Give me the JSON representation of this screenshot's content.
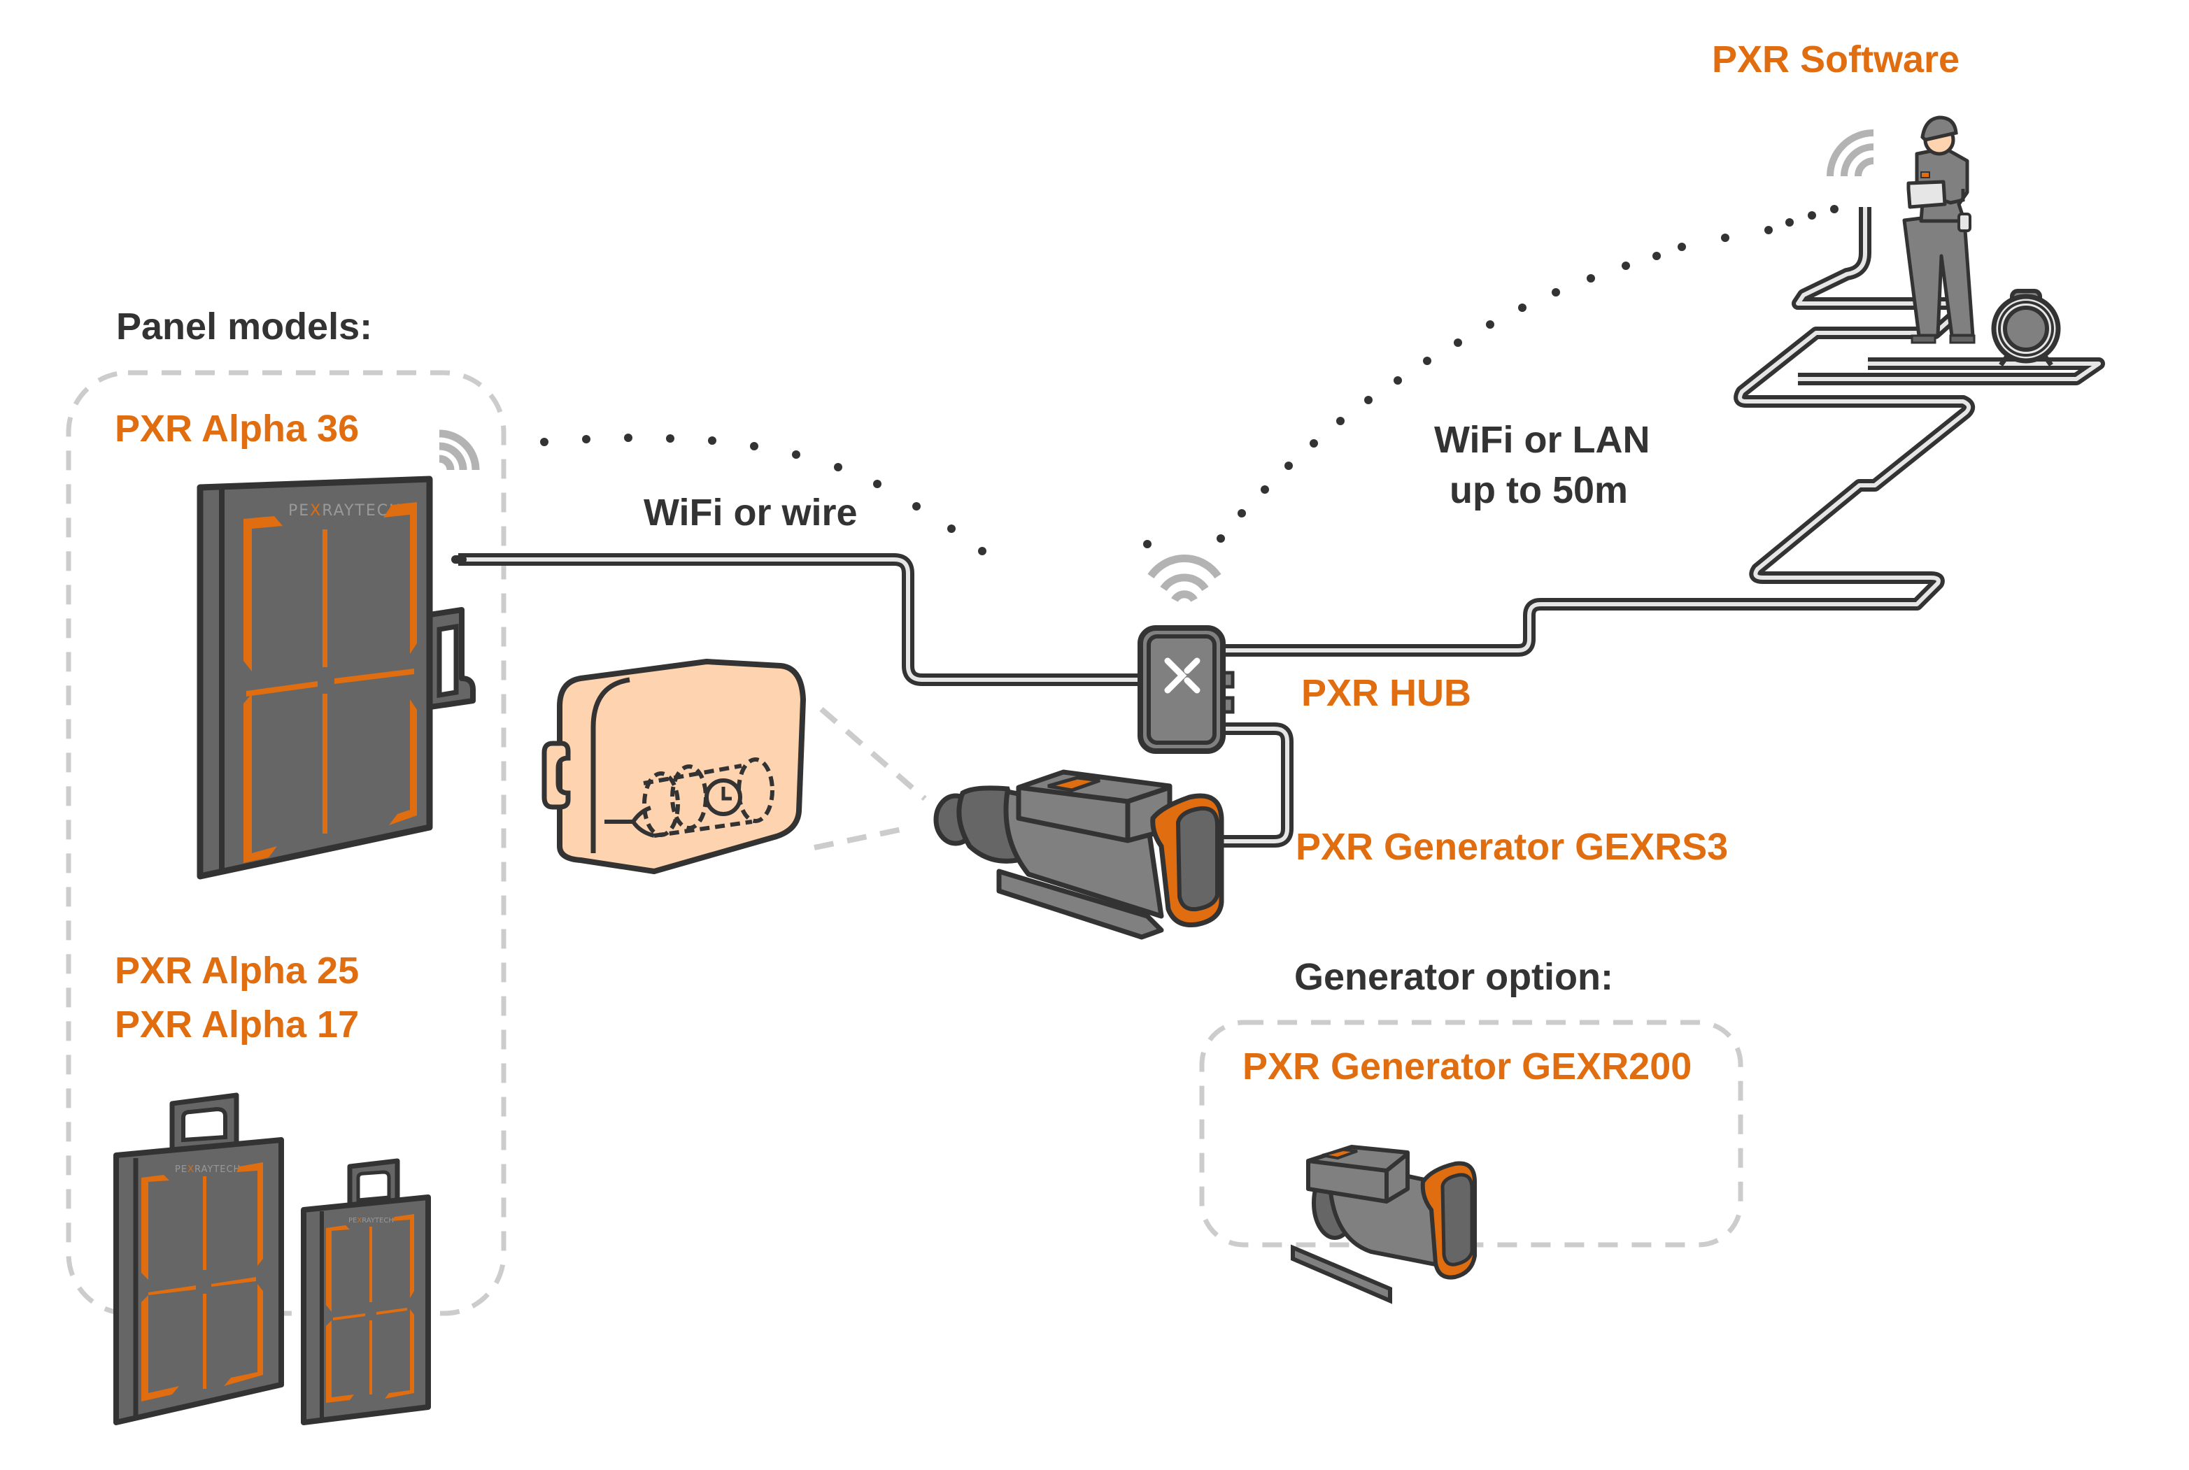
{
  "colors": {
    "accent": "#e06d0f",
    "text_dark": "#333333",
    "device_gray": "#808080",
    "device_dark": "#666666",
    "outline": "#333333",
    "cable_core": "#e6e6e6",
    "wifi_gray": "#b3b3b3",
    "dashed_border": "#cccccc",
    "package_fill": "#fed3b0",
    "skin": "#fed3b0"
  },
  "software": {
    "title": "PXR Software",
    "icon": "technician-with-tablet-icon"
  },
  "panels": {
    "heading": "Panel models:",
    "primary": {
      "name": "PXR Alpha 36",
      "brand": "PEXRAYTECH",
      "icon": "xray-panel-icon"
    },
    "others": [
      {
        "name": "PXR Alpha 25",
        "brand": "PEXRAYTECH"
      },
      {
        "name": "PXR Alpha 17",
        "brand": "PEXRAYTECH"
      }
    ]
  },
  "links": {
    "panel_to_hub": "WiFi or wire",
    "hub_to_software": {
      "line1": "WiFi or LAN",
      "line2": "up to 50m"
    }
  },
  "hub": {
    "name": "PXR HUB",
    "icon": "hub-x-logo-icon"
  },
  "generator": {
    "name": "PXR Generator GEXRS3",
    "icon": "xray-generator-icon"
  },
  "target": {
    "icon": "suspicious-package-icon"
  },
  "generator_option": {
    "heading": "Generator option:",
    "name": "PXR Generator GEXR200",
    "icon": "xray-generator-compact-icon"
  },
  "cable_reel": {
    "icon": "cable-reel-icon"
  }
}
